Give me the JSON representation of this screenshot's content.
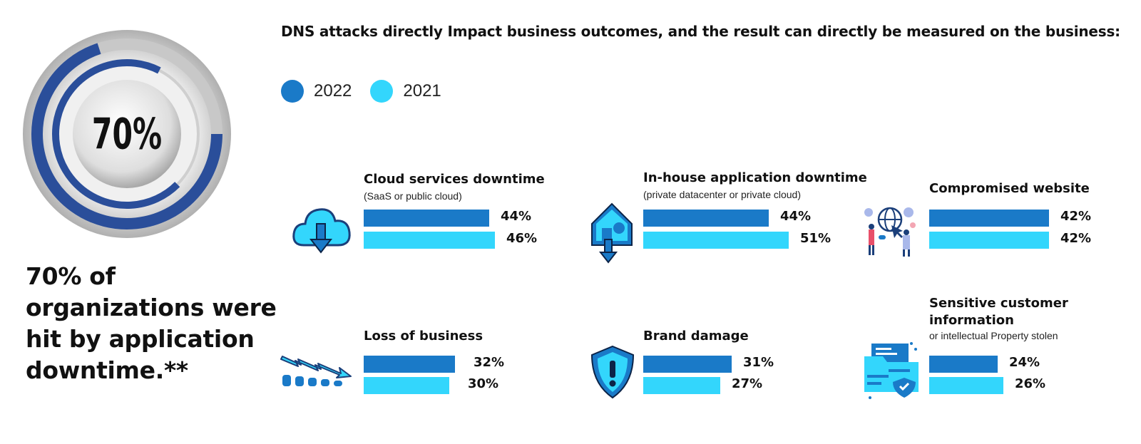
{
  "colors": {
    "y2022": "#1a7ac8",
    "y2021": "#33d6fc",
    "ring_blue": "#2a4e9a",
    "ring_grey": "#bcbcbc"
  },
  "donut": {
    "label": "70%",
    "value": 70
  },
  "headline": "70% of organizations were hit by application downtime.**",
  "title": "DNS attacks directly Impact business outcomes, and the result can directly be measured on the business:",
  "legend": [
    {
      "label": "2022",
      "color": "#1a7ac8"
    },
    {
      "label": "2021",
      "color": "#33d6fc"
    }
  ],
  "chart_data": {
    "type": "bar",
    "title": "DNS attacks directly Impact business outcomes, and the result can directly be measured on the business:",
    "categories": [
      "Cloud services downtime",
      "In-house application downtime",
      "Compromised website",
      "Loss of business",
      "Brand damage",
      "Sensitive customer information"
    ],
    "subtitles": [
      "(SaaS or public cloud)",
      "(private datacenter or private cloud)",
      "",
      "",
      "",
      "or intellectual Property stolen"
    ],
    "series": [
      {
        "name": "2022",
        "values": [
          44,
          44,
          42,
          32,
          31,
          24
        ],
        "labels": [
          "44%",
          "44%",
          "42%",
          "32%",
          "31%",
          "24%"
        ]
      },
      {
        "name": "2021",
        "values": [
          46,
          51,
          42,
          30,
          27,
          26
        ],
        "labels": [
          "46%",
          "51%",
          "42%",
          "30%",
          "27%",
          "26%"
        ]
      }
    ],
    "unit": "%",
    "legend": "top-left"
  }
}
